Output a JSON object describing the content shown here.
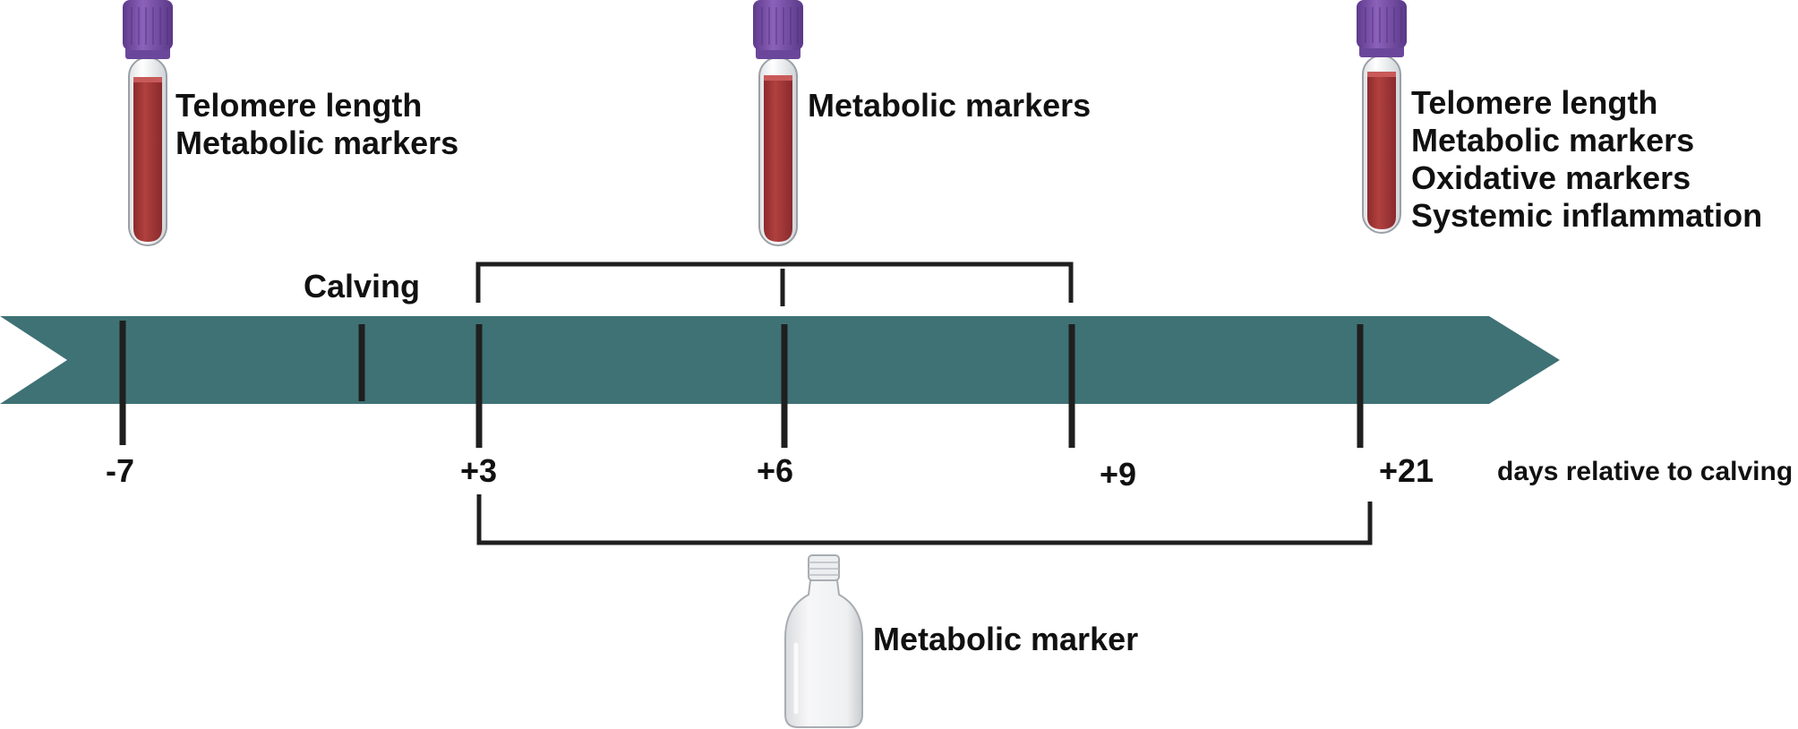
{
  "calving_label": "Calving",
  "days": [
    "-7",
    "+3",
    "+6",
    "+9",
    "+21"
  ],
  "axis_unit": "days relative to calving",
  "samples": [
    {
      "lines": [
        "Telomere length",
        "Metabolic markers"
      ]
    },
    {
      "lines": [
        "Metabolic markers"
      ]
    },
    {
      "lines": [
        "Telomere length",
        "Metabolic markers",
        "Oxidative markers",
        "Systemic inflammation"
      ]
    }
  ],
  "bottle_label": "Metabolic marker",
  "colors": {
    "arrow": "#3f7275",
    "blood": "#a63a3c",
    "cap": "#7a50a8",
    "tick": "#1f1f1f"
  },
  "icons": {
    "blood_tube": "blood-tube-icon",
    "bottle": "urine-bottle-icon"
  }
}
